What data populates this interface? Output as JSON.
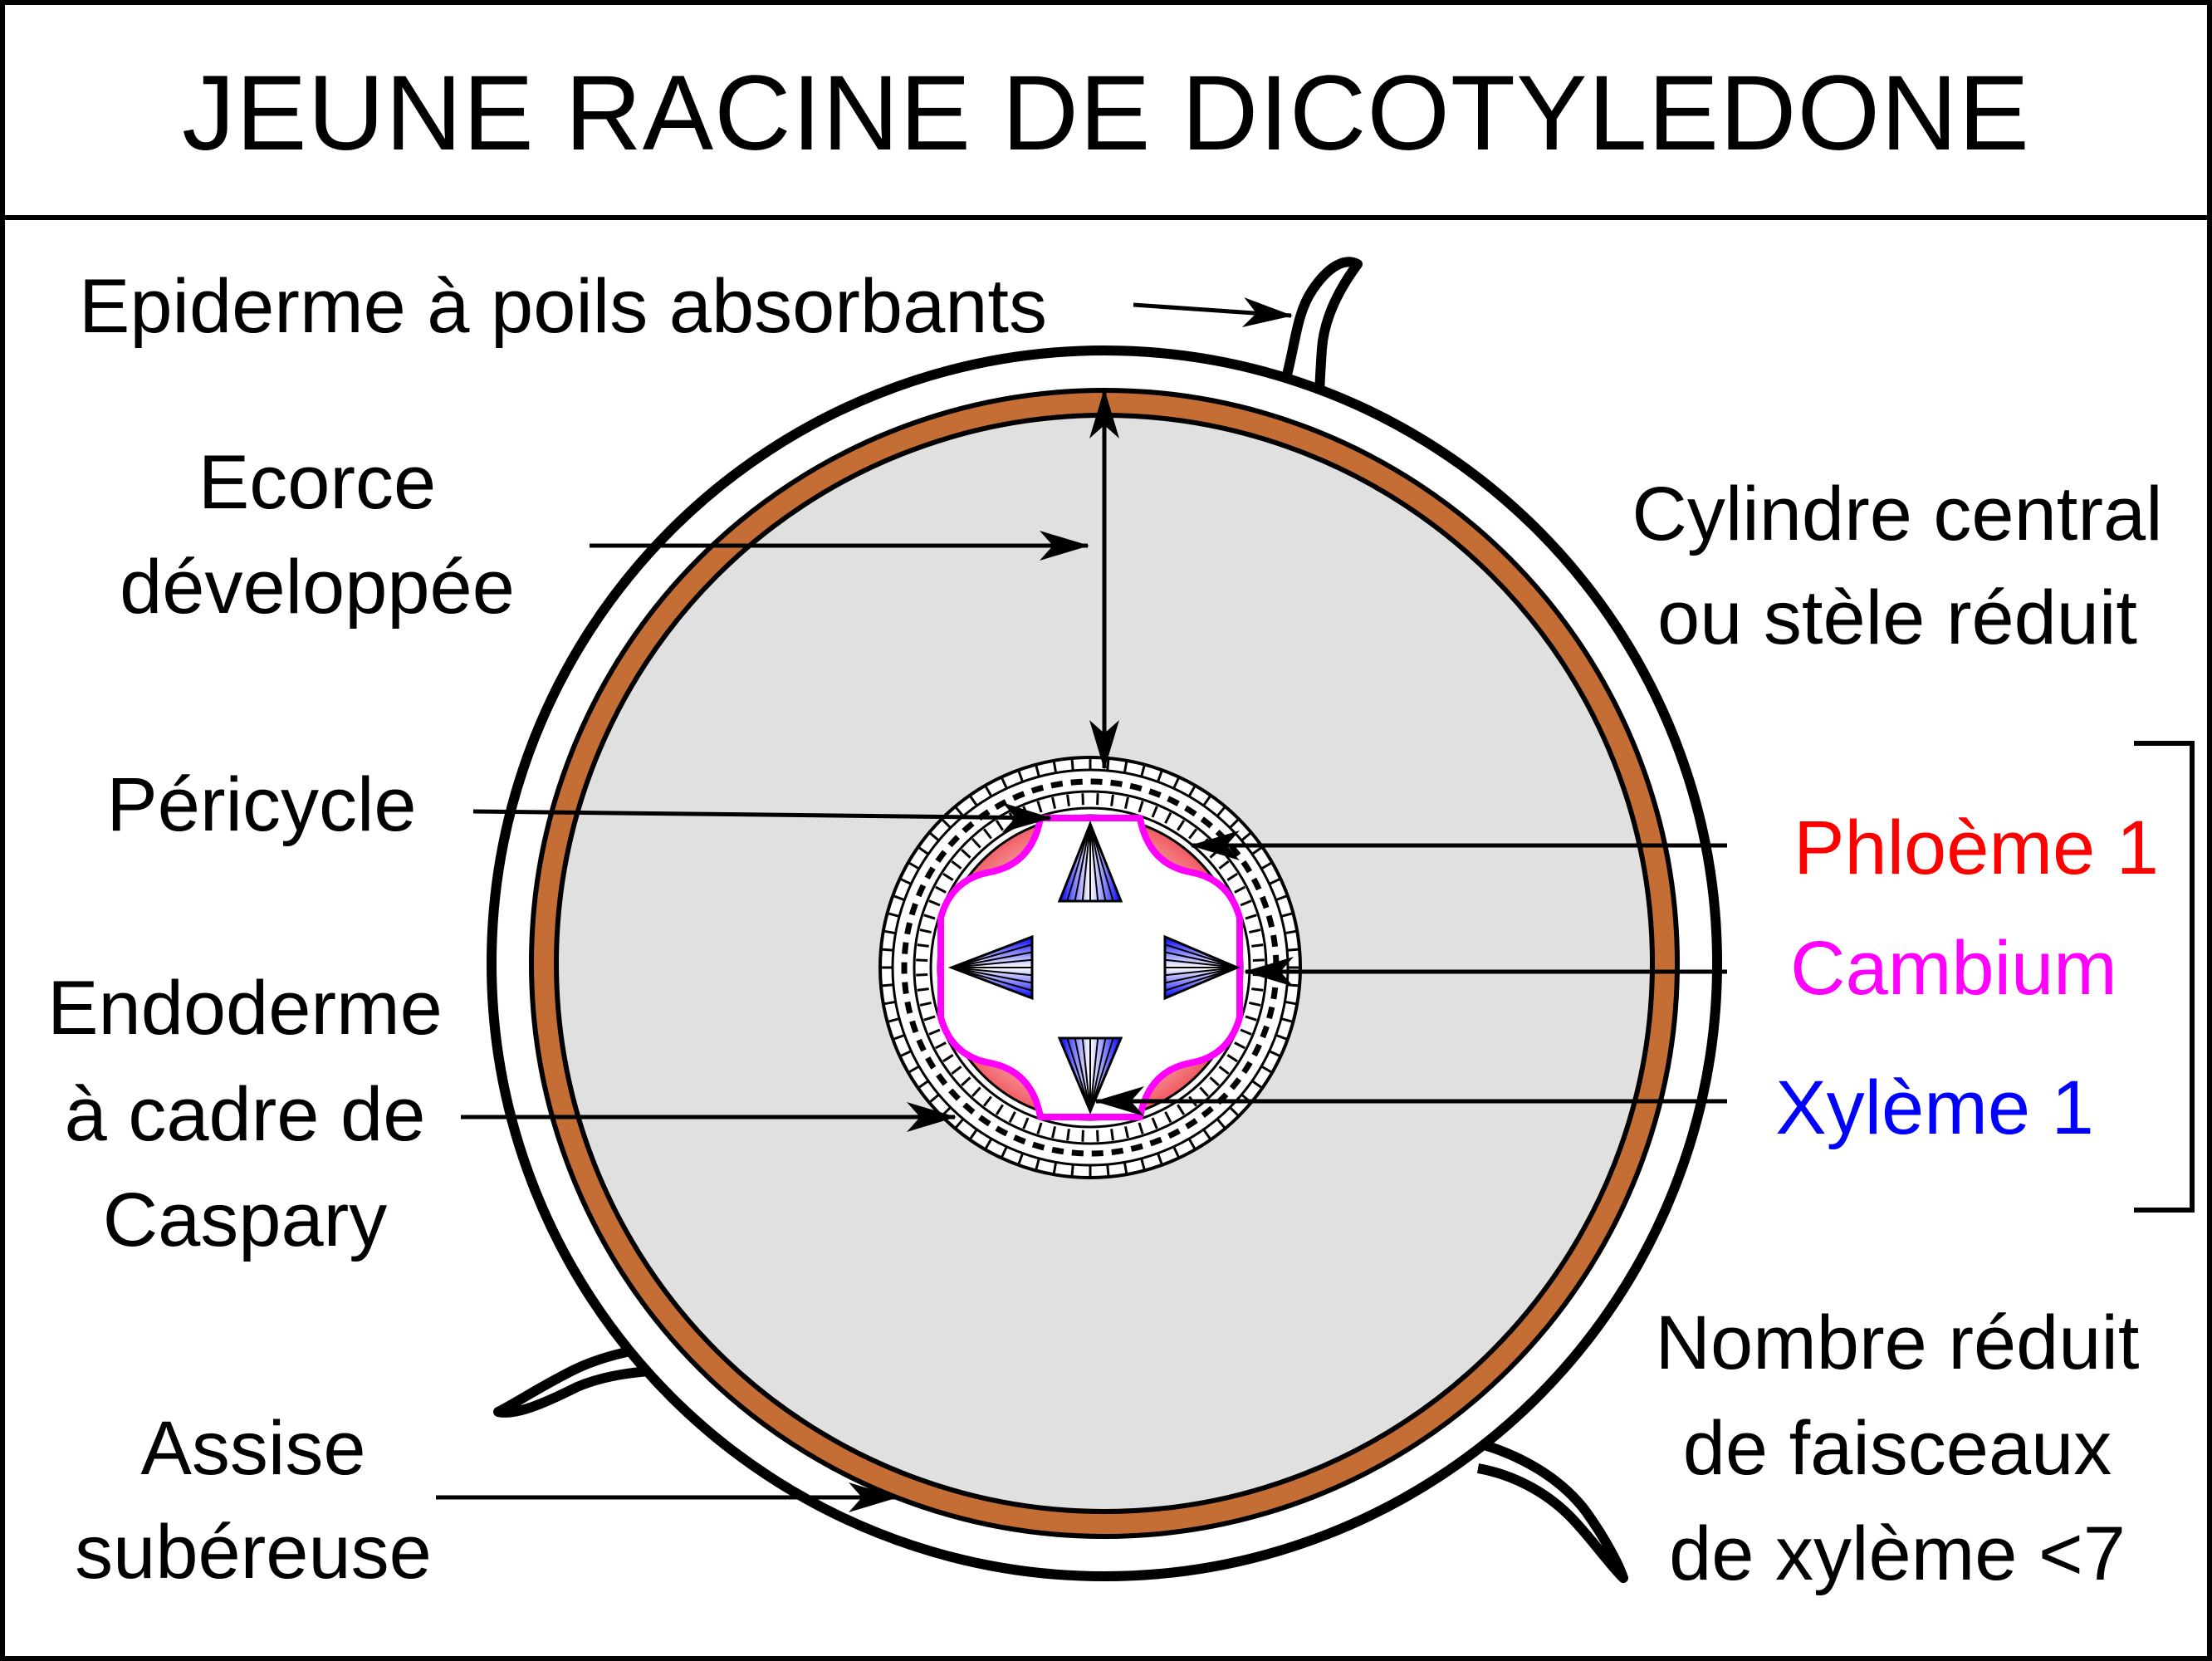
{
  "title": "JEUNE RACINE DE DICOTYLEDONE",
  "labels": {
    "epiderme": "Epiderme à poils absorbants",
    "ecorce": [
      "Ecorce",
      "développée"
    ],
    "pericycle": "Péricycle",
    "endoderme": [
      "Endoderme",
      "à cadre de",
      "Caspary"
    ],
    "assise": [
      "Assise",
      "subéreuse"
    ],
    "cylindre": [
      "Cylindre central",
      "ou stèle réduit"
    ],
    "phloeme": "Phloème 1",
    "cambium": "Cambium",
    "xyleme": "Xylème 1",
    "nombre": [
      "Nombre réduit",
      "de faisceaux",
      "de xylème <7"
    ]
  },
  "colors": {
    "suberous_layer": "#c46e35",
    "cortex": "#e0e0e0",
    "phloem": "#ff0000",
    "cambium": "#ff00ff",
    "xylem": "#0000ff",
    "outline": "#000000"
  }
}
